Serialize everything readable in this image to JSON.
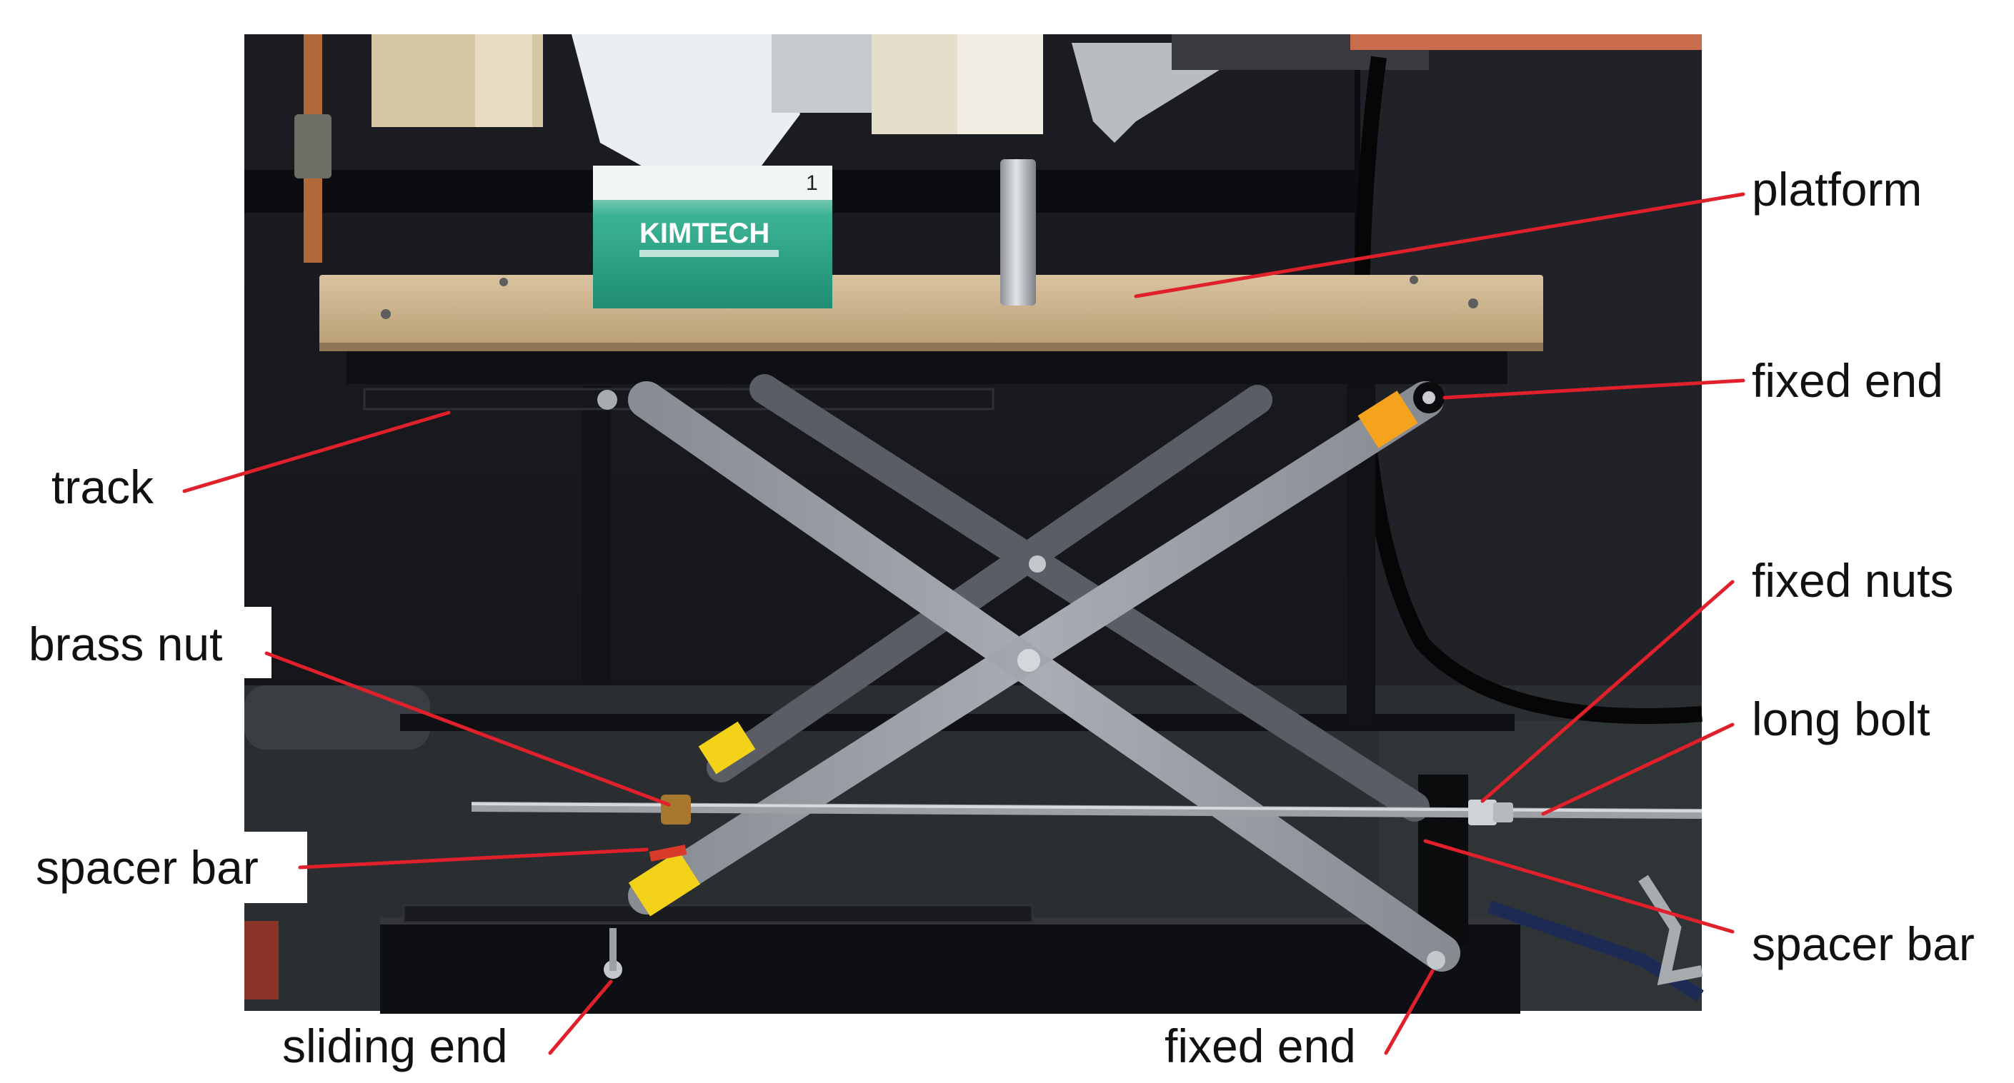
{
  "labels": {
    "platform": "platform",
    "fixed_end_top": "fixed end",
    "track": "track",
    "fixed_nuts": "fixed nuts",
    "brass_nut": "brass nut",
    "long_bolt": "long bolt",
    "spacer_bar_left": "spacer bar",
    "spacer_bar_right": "spacer bar",
    "sliding_end": "sliding end",
    "fixed_end_bottom": "fixed end"
  },
  "photo_text": {
    "brand": "KIMTECH",
    "box_number": "1"
  },
  "colors": {
    "leader_line": "#e0202a",
    "label_text": "#111111",
    "background_dark": "#15161b",
    "platform_wood": "#cdb590",
    "frame_black": "#0e0f12",
    "arm_steel": "#8e9299",
    "yellow_tape": "#f4d21a",
    "orange_tape": "#f5a21d",
    "tissue_box": "#2aa68a"
  }
}
